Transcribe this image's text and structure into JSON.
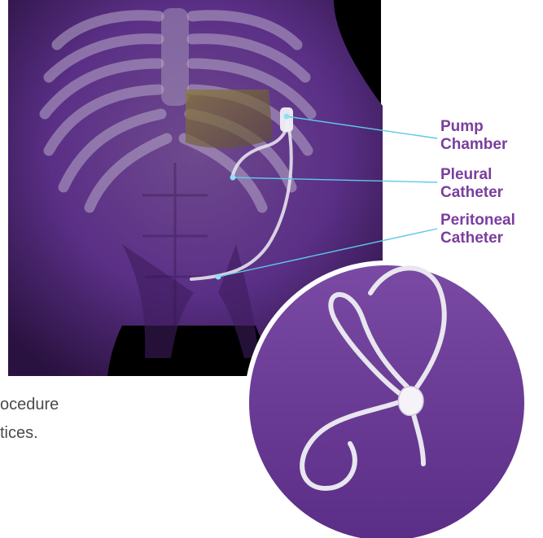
{
  "callouts": [
    {
      "line1": "Pump",
      "line2": "Chamber"
    },
    {
      "line1": "Pleural",
      "line2": "Catheter"
    },
    {
      "line1": "Peritoneal",
      "line2": "Catheter"
    }
  ],
  "body_text": {
    "line1": "ocedure",
    "line2": "tices."
  },
  "colors": {
    "label": "#7a3e9d",
    "leader_line": "#5fc8e8",
    "circle_bg": "#6a3a93",
    "torso_bg": "#000000",
    "torso_skin": "#5a2f86"
  }
}
